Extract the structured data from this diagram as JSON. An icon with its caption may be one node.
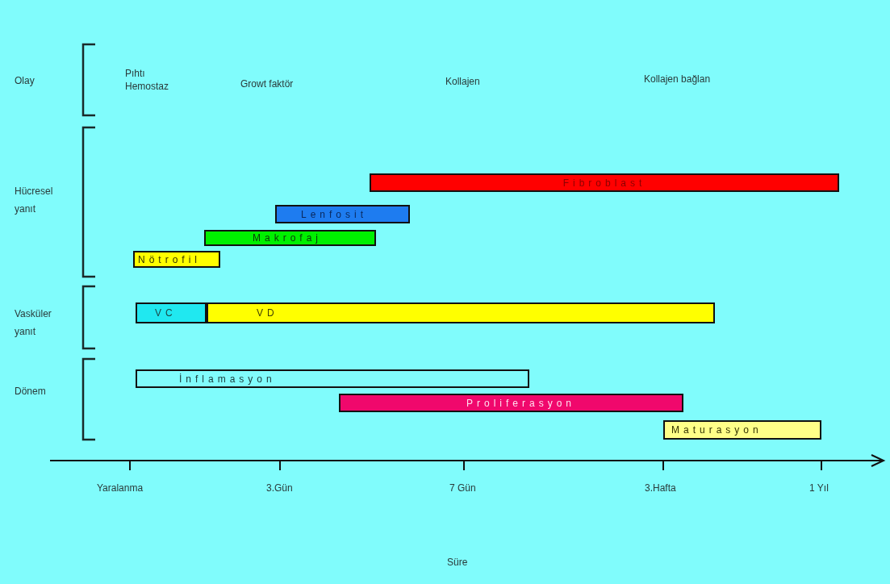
{
  "diagram": {
    "nodes": [
      {
        "text": [
          "Fibroblast"
        ]
      },
      {
        "text": [
          "Lenfosit"
        ]
      },
      {
        "text": [
          "Makrofaj"
        ]
      },
      {
        "text": [
          "Nötrofil"
        ]
      },
      {
        "text": [
          "VC"
        ]
      },
      {
        "text": [
          "VD"
        ]
      },
      {
        "text": [
          "İnflamasyon"
        ]
      },
      {
        "text": [
          "Proliferasyon"
        ]
      },
      {
        "text": [
          "Maturasyon"
        ]
      }
    ],
    "labels": [
      "Olay",
      "Pıhtı",
      "Hemostaz",
      "Growt faktör",
      "Kollajen",
      "Kollajen bağlan",
      "Hücresel yanıt",
      "Vasküler yanıt",
      "Dönem",
      "Yaralanma",
      "3.Gün",
      "7 Gün",
      "3.Hafta",
      "1 Yıl",
      "Süre"
    ]
  }
}
